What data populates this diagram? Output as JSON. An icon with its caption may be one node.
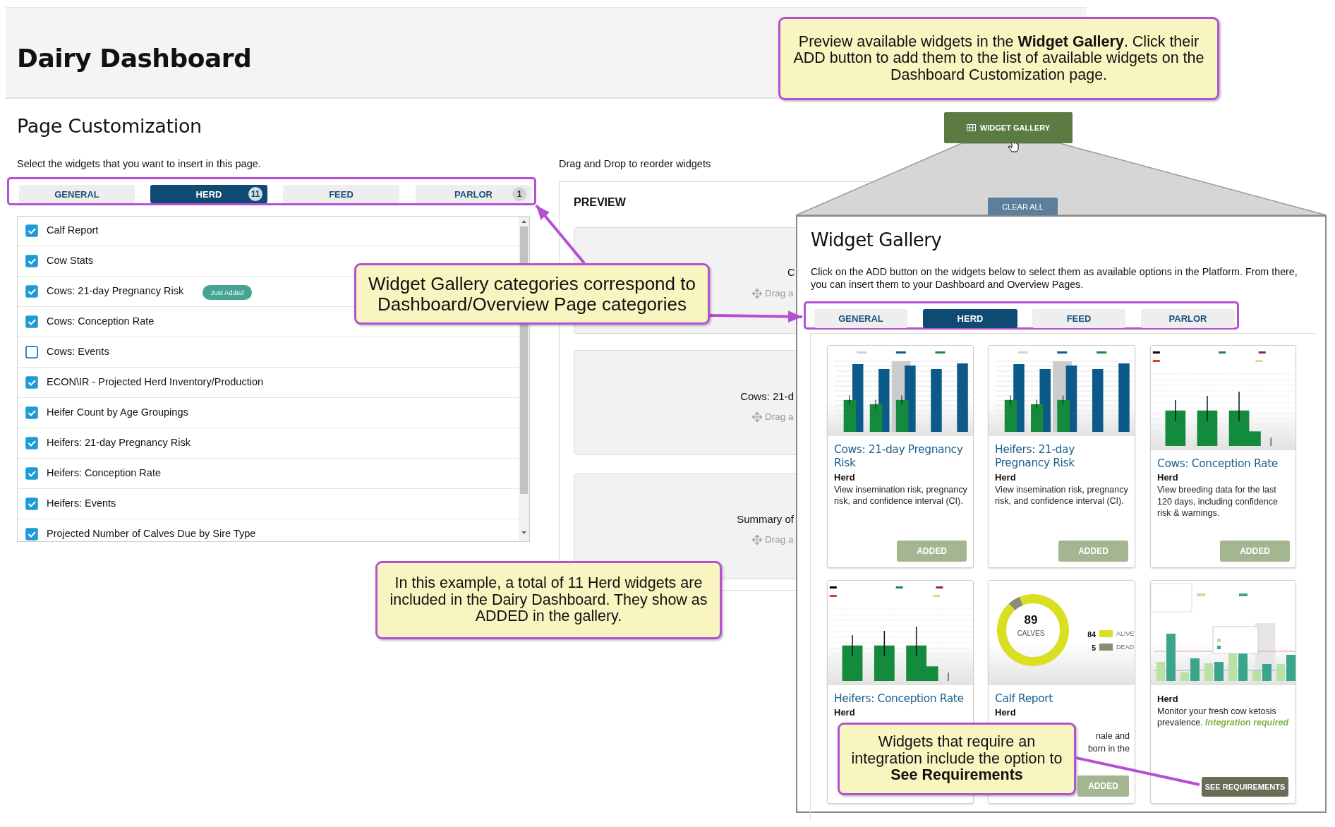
{
  "diagram": {
    "nodes": [
      {
        "text": [
          "Preview available widgets in the **Widget Gallery**. Click their ADD button to add them to the list of available widgets on the Dashboard Customization page."
        ]
      },
      {
        "text": [],
        "shape": "box"
      },
      {
        "text": [
          "GENERAL"
        ],
        "in": 1
      },
      {
        "text": [
          "HERD",
          "11"
        ],
        "in": 1
      },
      {
        "text": [
          "FEED"
        ],
        "in": 1
      },
      {
        "text": [
          "PARLOR",
          "1"
        ],
        "in": 1
      },
      {
        "text": [
          "Widget Gallery categories correspond to Dashboard/Overview Page categories"
        ]
      },
      {
        "text": [
          "Widget Gallery",
          "Click on the ADD button on the widgets below to select them as available options in the Platform. From there, you can insert them to your Dashboard and Overview Pages."
        ]
      },
      {
        "text": [],
        "shape": "box",
        "in": 7
      },
      {
        "text": [
          "GENERAL"
        ],
        "in": 8
      },
      {
        "text": [
          "HERD"
        ],
        "in": 8
      },
      {
        "text": [
          "FEED"
        ],
        "in": 8
      },
      {
        "text": [
          "PARLOR"
        ],
        "in": 8
      },
      {
        "text": [
          "Cows: 21-day Pregnancy Risk",
          "Herd",
          "View insemination risk, pregnancy risk, and confidence interval (CI)."
        ],
        "in": 7
      },
      {
        "text": [
          "ADDED"
        ],
        "in": 13
      },
      {
        "text": [
          "Heifers: 21-day Pregnancy Risk",
          "Herd",
          "View insemination risk, pregnancy risk, and confidence interval (CI)."
        ],
        "in": 7
      },
      {
        "text": [
          "ADDED"
        ],
        "in": 15
      },
      {
        "text": [
          "Cows: Conception Rate",
          "Herd",
          "View breeding data for the last 120 days, including confidence risk & warnings."
        ],
        "in": 7
      },
      {
        "text": [
          "ADDED"
        ],
        "in": 17
      },
      {
        "text": [
          "Heifers: Conception Rate",
          "Herd"
        ],
        "in": 7
      },
      {
        "text": [
          "Calf Report",
          "Herd",
          "nale and",
          "born in the"
        ],
        "in": 7
      },
      {
        "text": [
          "ADDED"
        ],
        "in": 20
      },
      {
        "text": [
          "Herd",
          "Monitor your fresh cow ketosis prevalence. *Integration required*"
        ],
        "in": 7
      },
      {
        "text": [
          "SEE REQUIREMENTS"
        ],
        "in": 22
      },
      {
        "text": [
          "In this example, a total of 11 Herd widgets are included in the Dairy Dashboard. They show as ADDED in the gallery."
        ]
      },
      {
        "text": [
          "Widgets that require an integration include the option to **See Requirements**"
        ],
        "in": 7
      }
    ],
    "edges": [
      {
        "from": 6,
        "to": 1,
        "arrow": "to"
      },
      {
        "from": 6,
        "to": 8,
        "arrow": "to"
      },
      {
        "from": 25,
        "to": 23,
        "arrow": "none"
      }
    ],
    "labels": [
      "Dairy Dashboard",
      "Page Customization",
      "Select the widgets that you want to insert in this page.",
      "Calf Report",
      "Cow Stats",
      "Cows: 21-day Pregnancy Risk",
      "Cows: Conception Rate",
      "Cows: Events",
      "ECON\\IR - Projected Herd Inventory/Production",
      "Heifer Count by Age Groupings",
      "Heifers: 21-day Pregnancy Risk",
      "Heifers: Conception Rate",
      "Heifers: Events",
      "Projected Number of Calves Due by Sire Type",
      "Just Added",
      "Drag and Drop to reorder widgets",
      "PREVIEW",
      "CLEAR ALL",
      "C",
      "Drag a",
      "Cows: 21-d",
      "Drag a",
      "Summary of",
      "Drag a",
      "WIDGET GALLERY",
      "89",
      "CALVES",
      "84",
      "5"
    ],
    "legend": [
      {
        "text": "ALIVE",
        "color": "#d9e021"
      },
      {
        "text": "DEAD",
        "color": "#8b8b76"
      }
    ]
  }
}
